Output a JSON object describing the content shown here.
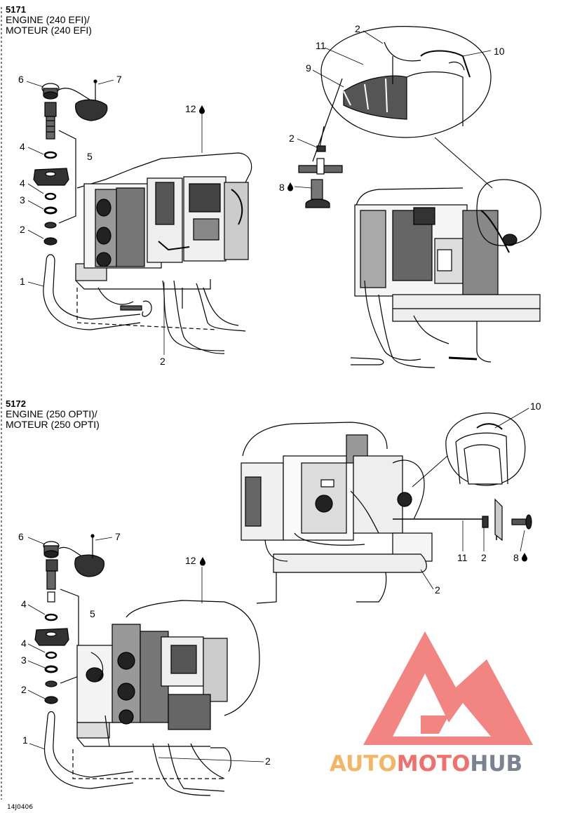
{
  "header_a": {
    "code": "5171",
    "line1": "ENGINE (240 EFI)/",
    "line2": "MOTEUR (240 EFI)"
  },
  "header_b": {
    "code": "5172",
    "line1": "ENGINE (250 OPTI)/",
    "line2": "MOTEUR (250 OPTI)"
  },
  "footer_code": "14J0406",
  "watermark": {
    "part1": "AUTO",
    "part2": "MOTO",
    "part3": "HUB",
    "colors": {
      "orange": "#f2b766",
      "red": "#f0706c",
      "gray": "#7b8390"
    },
    "icon": "triangle-logo-icon"
  },
  "callouts_a": {
    "c6": "6",
    "c7": "7",
    "c5": "5",
    "c4a": "4",
    "c4b": "4",
    "c3": "3",
    "c2a": "2",
    "c1": "1",
    "c12": "12",
    "c2b": "2",
    "c11": "11",
    "c9": "9",
    "c2c": "2",
    "c10": "10",
    "c2d": "2",
    "c8": "8"
  },
  "callouts_b": {
    "c6": "6",
    "c7": "7",
    "c5": "5",
    "c4a": "4",
    "c4b": "4",
    "c3": "3",
    "c2a": "2",
    "c1": "1",
    "c12": "12",
    "c2b": "2",
    "c10": "10",
    "c11": "11",
    "c2c": "2",
    "c8": "8",
    "c2d": "2"
  },
  "icons": {
    "oil_drop": "oil-drop-icon"
  }
}
